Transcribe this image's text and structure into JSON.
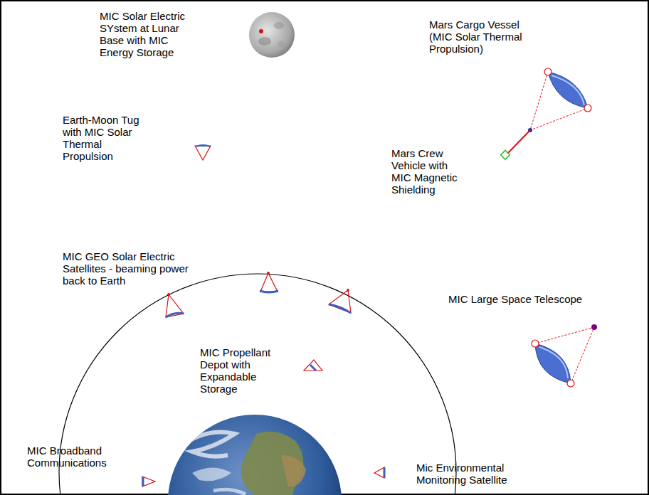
{
  "diagram": {
    "labels": [
      "MIC Solar Electric SYstem at Lunar Base with MIC Energy Storage",
      "Mars Cargo Vessel (MIC Solar Thermal Propulsion)",
      "Earth-Moon Tug with MIC Solar Thermal Propulsion",
      "Mars Crew Vehicle with MIC Magnetic Shielding",
      "MIC GEO Solar Electric Satellites - beaming power back to Earth",
      "MIC Large Space Telescope",
      "MIC Propellant Depot with Expandable Storage",
      "MIC Broadband Communications",
      "Mic Environmental Monitoring Satellite"
    ]
  }
}
